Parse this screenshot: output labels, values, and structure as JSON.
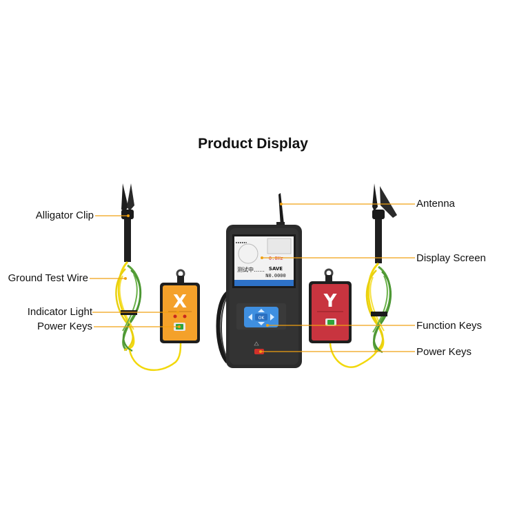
{
  "title": "Product Display",
  "labels": {
    "alligator_clip": "Alligator Clip",
    "ground_test_wire": "Ground Test Wire",
    "indicator_light": "Indicator Light",
    "power_keys_left": "Power Keys",
    "antenna": "Antenna",
    "display_screen": "Display Screen",
    "function_keys": "Function Keys",
    "power_keys_right": "Power Keys"
  },
  "device": {
    "x_unit_letter": "X",
    "y_unit_letter": "Y",
    "screen_status": "测试中……",
    "screen_save": "SAVE",
    "screen_number": "N0.0000",
    "screen_freq": "0.0Hz",
    "ok_key": "OK"
  },
  "colors": {
    "leader_line": "#f0a010",
    "x_unit": "#f4a12a",
    "y_unit": "#c8343f",
    "wire_yellow": "#f2d80c",
    "wire_green": "#5aa33a",
    "body_dark": "#2b2b2b",
    "key_blue": "#3f8fe0"
  }
}
